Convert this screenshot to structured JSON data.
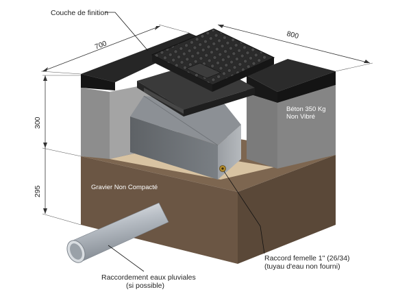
{
  "labels": {
    "finish_layer": "Couche de finition",
    "concrete_line1": "Béton 350 Kg",
    "concrete_line2": "Non Vibré",
    "gravel": "Gravier Non Compacté",
    "fitting_line1": "Raccord femelle 1\" (26/34)",
    "fitting_line2": "(tuyau d'eau non fourni)",
    "rainwater_line1": "Raccordement eaux pluviales",
    "rainwater_line2": "(si possible)"
  },
  "dimensions": {
    "depth": "700",
    "width": "800",
    "concrete_height": "300",
    "gravel_height": "295"
  },
  "colors": {
    "asphalt": "#1f1f1f",
    "concrete": "#8f8f8f",
    "gravel": "#6e5a46",
    "sand": "#d9c4a3",
    "pipe": "#c9ced3",
    "lid": "#2a2a2a"
  }
}
